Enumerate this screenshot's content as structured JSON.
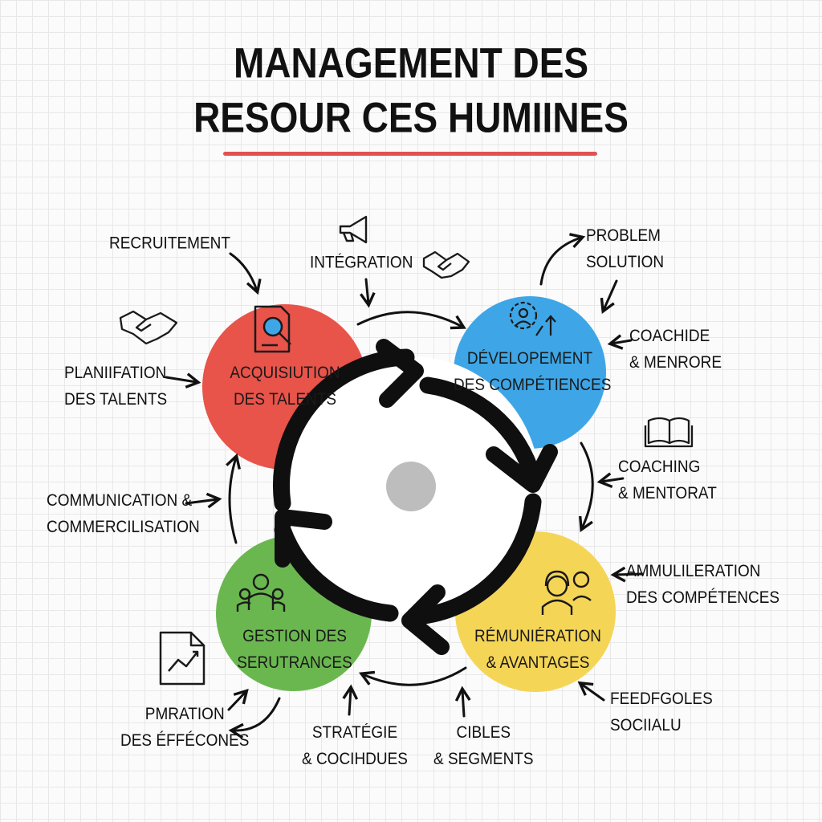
{
  "title": {
    "line1": "MANAGEMENT DES",
    "line2": "RESOUR CES HUMIINES"
  },
  "colors": {
    "red": "#e8534a",
    "blue": "#3ea6e6",
    "yellow": "#f5d556",
    "green": "#6ab74f",
    "gray": "#bdbdbd",
    "accent_line": "#e05250"
  },
  "nodes": {
    "acquisition": {
      "line1": "ACQUISIUTION",
      "line2": "DES TALENTS",
      "icon": "document-search-icon"
    },
    "developpement": {
      "line1": "DÉVELOPEMENT",
      "line2": "DES COMPÉTIENCES",
      "icon": "gear-person-growth-icon"
    },
    "remuneration": {
      "line1": "RÉMUNIÉRATION",
      "line2": "& AVANTAGES",
      "icon": "people-headset-icon"
    },
    "gestion": {
      "line1": "GESTION DES",
      "line2": "SERUTRANCES",
      "icon": "team-icon"
    }
  },
  "labels": {
    "recrutement": "RECRUITEMENT",
    "integration": "INTÉGRATION",
    "problem1": "PROBLEM",
    "problem2": "SOLUTION",
    "coachide1": "COACHIDE",
    "coachide2": "& MENRORE",
    "planif1": "PLANIIFATION",
    "planif2": "DES TALENTS",
    "coaching1": "COACHING",
    "coaching2": "& MENTORAT",
    "comm1": "COMMUNICATION &",
    "comm2": "COMMERCILISATION",
    "amel1": "AMMULILERATION",
    "amel2": "DES COMPÉTENCES",
    "pmr1": "PMRATION",
    "pmr2": "DES ÉFFÉCONES",
    "strat1": "STRATÉGIE",
    "strat2": "& COCIHDUES",
    "cibles1": "CIBLES",
    "cibles2": "& SEGMENTS",
    "feed1": "FEEDFGOLES",
    "feed2": "SOCIIALU"
  },
  "icons": [
    "megaphone-icon",
    "handshake-icon",
    "handshake-icon",
    "open-book-icon",
    "chart-document-icon"
  ]
}
